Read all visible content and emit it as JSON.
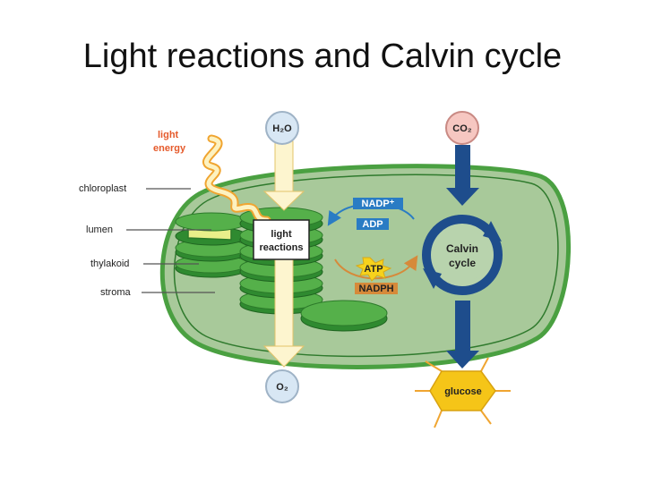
{
  "title": "Light reactions and Calvin cycle",
  "labels": {
    "light_energy_1": "light",
    "light_energy_2": "energy",
    "chloroplast": "chloroplast",
    "lumen": "lumen",
    "thylakoid": "thylakoid",
    "stroma": "stroma",
    "water": "H₂O",
    "oxygen": "O₂",
    "carbon_dioxide": "CO₂",
    "light_reactions_1": "light",
    "light_reactions_2": "reactions",
    "nadp": "NADP⁺",
    "adp": "ADP",
    "atp": "ATP",
    "nadph": "NADPH",
    "calvin_1": "Calvin",
    "calvin_2": "cycle",
    "glucose": "glucose"
  },
  "colors": {
    "stroma_fill": "#a8c99a",
    "chloroplast_outline": "#3f9a3a",
    "thylakoid": "#3e9a3c",
    "arrow_light": "#fdf5cf",
    "arrow_dark": "#1e4d8c",
    "nadp_box": "#2a7cc4",
    "atp_burst": "#f6d21c",
    "nadph_box": "#d68a3a",
    "glucose": "#f5c518",
    "light_energy": "#f0a531"
  }
}
